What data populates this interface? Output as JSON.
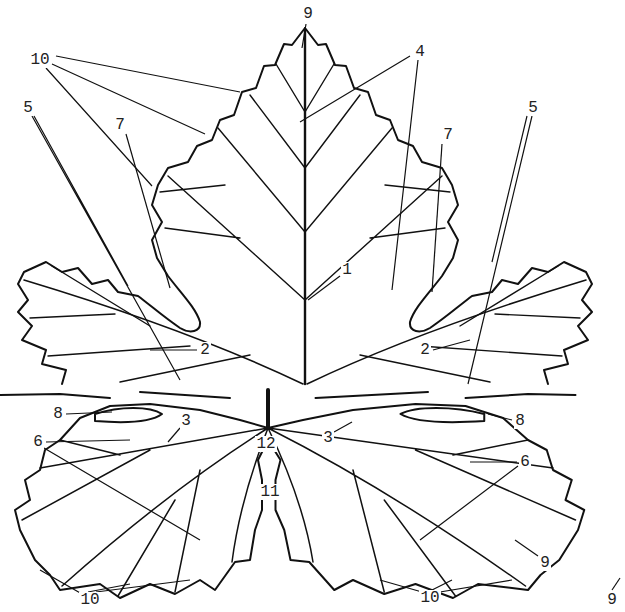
{
  "diagram": {
    "labels": [
      "9",
      "10",
      "4",
      "5",
      "7",
      "7",
      "5",
      "1",
      "2",
      "2",
      "8",
      "3",
      "6",
      "12",
      "3",
      "8",
      "6",
      "11",
      "9",
      "9",
      "10",
      "10"
    ]
  }
}
